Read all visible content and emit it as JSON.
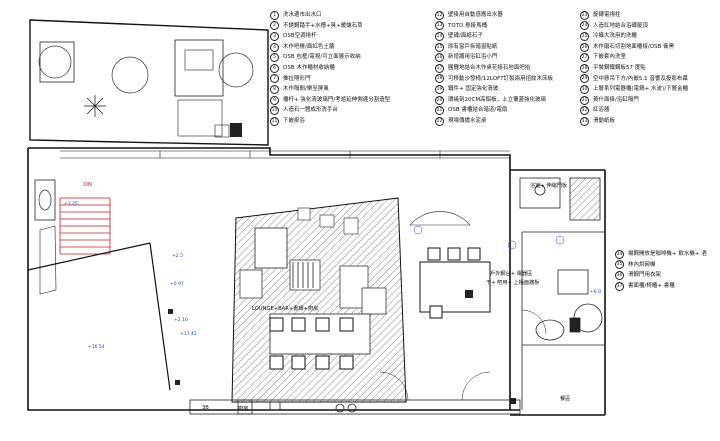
{
  "legend_col1": [
    {
      "n": "1",
      "t": "洗水邊市出水口"
    },
    {
      "n": "2",
      "t": "不銹鋼踏手+水槽+臭+暖爐石草"
    },
    {
      "n": "3",
      "t": "OSB空调排杆"
    },
    {
      "n": "4",
      "t": "木作吧檯/面紅色土牆"
    },
    {
      "n": "5",
      "t": "OSB 包框/電視/可立面展示收納"
    },
    {
      "n": "6",
      "t": "OSB 木作櫃材收納櫃"
    },
    {
      "n": "7",
      "t": "推拉隱形門"
    },
    {
      "n": "8",
      "t": "木作隔間/樂至屏風"
    },
    {
      "n": "9",
      "t": "櫃杆+ 強化清玻璃門/考遊延伸側邊分割造型"
    },
    {
      "n": "10",
      "t": "人造石一體成形洗手台"
    },
    {
      "n": "11",
      "t": "下嵌掛浴"
    }
  ],
  "legend_col2": [
    {
      "n": "12",
      "t": "壁掛用自動感應出水器"
    },
    {
      "n": "13",
      "t": "TOTO 懸掛馬桶"
    },
    {
      "n": "14",
      "t": "壁磚/面紙石子"
    },
    {
      "n": "15",
      "t": "原有窗戶拆暗窗貼紙"
    },
    {
      "n": "16",
      "t": "新增牆用浴缸浴小門"
    },
    {
      "n": "17",
      "t": "圓攤地結合木作桌花樣石地面吧抬"
    },
    {
      "n": "18",
      "t": "可移動沙發椅/12LOFT訂製兩用扭紋木床板"
    },
    {
      "n": "19",
      "t": "鐵件+ 固定強化清玻"
    },
    {
      "n": "20",
      "t": "環繞刻20CM高鋁板，上立覆蓋強化玻璃"
    },
    {
      "n": "21",
      "t": "OSB 書櫃結合暗道/電扇"
    },
    {
      "n": "22",
      "t": "現場傳播水泥桌"
    }
  ],
  "legend_col3": [
    {
      "n": "23",
      "t": "旋轉電視柱"
    },
    {
      "n": "24",
      "t": "人造紅地結合浴磚屋頂"
    },
    {
      "n": "25",
      "t": "冷攝大洗用的洗櫃"
    },
    {
      "n": "26",
      "t": "木作磨石切割地面櫃樣/OSB 衛黑"
    },
    {
      "n": "27",
      "t": "下嵌套內洗室"
    },
    {
      "n": "28",
      "t": "平裝鋼鐵鋼板57 度貼"
    },
    {
      "n": "29",
      "t": "空中懸吊下方/內嵌5.1 音響及投影布幕"
    },
    {
      "n": "30",
      "t": "上層系列電器櫃(電鍋+ 水波)/下層金櫃"
    },
    {
      "n": "31",
      "t": "黃什面掛/浴缸隔門"
    },
    {
      "n": "32",
      "t": "紅浴器"
    },
    {
      "n": "33",
      "t": "滑動紙板"
    }
  ],
  "legend_col4": [
    {
      "n": "34",
      "t": "揚鋼開放是咖啡機+ 飲水機+ 酒"
    },
    {
      "n": "35",
      "t": "林內烘碗機"
    },
    {
      "n": "36",
      "t": "滑鋼門用衣架"
    },
    {
      "n": "37",
      "t": "書面櫃/椅櫃+ 書櫃"
    }
  ],
  "plan_labels": {
    "lounge_bar": "LOUNGE+BAR+書磚+廚房",
    "entry_cabinet": "浴室+ 伸縮門板",
    "kitchen_note_1": "戶外鋼台+ 電器區",
    "kitchen_note_2": "干+ 吧用+ 上檯面牆板",
    "bottom_label_1": "3B",
    "bottom_label_2": "廚房",
    "bottom_label_3": "餐區",
    "stair_label": "DN"
  },
  "dim_labels": {
    "d1": "+3.25",
    "d2": "+16.54",
    "d3": "+2.5",
    "d4": "+0.97",
    "d5": "+2.10",
    "d6": "+17.45",
    "d7": "+6.0"
  }
}
